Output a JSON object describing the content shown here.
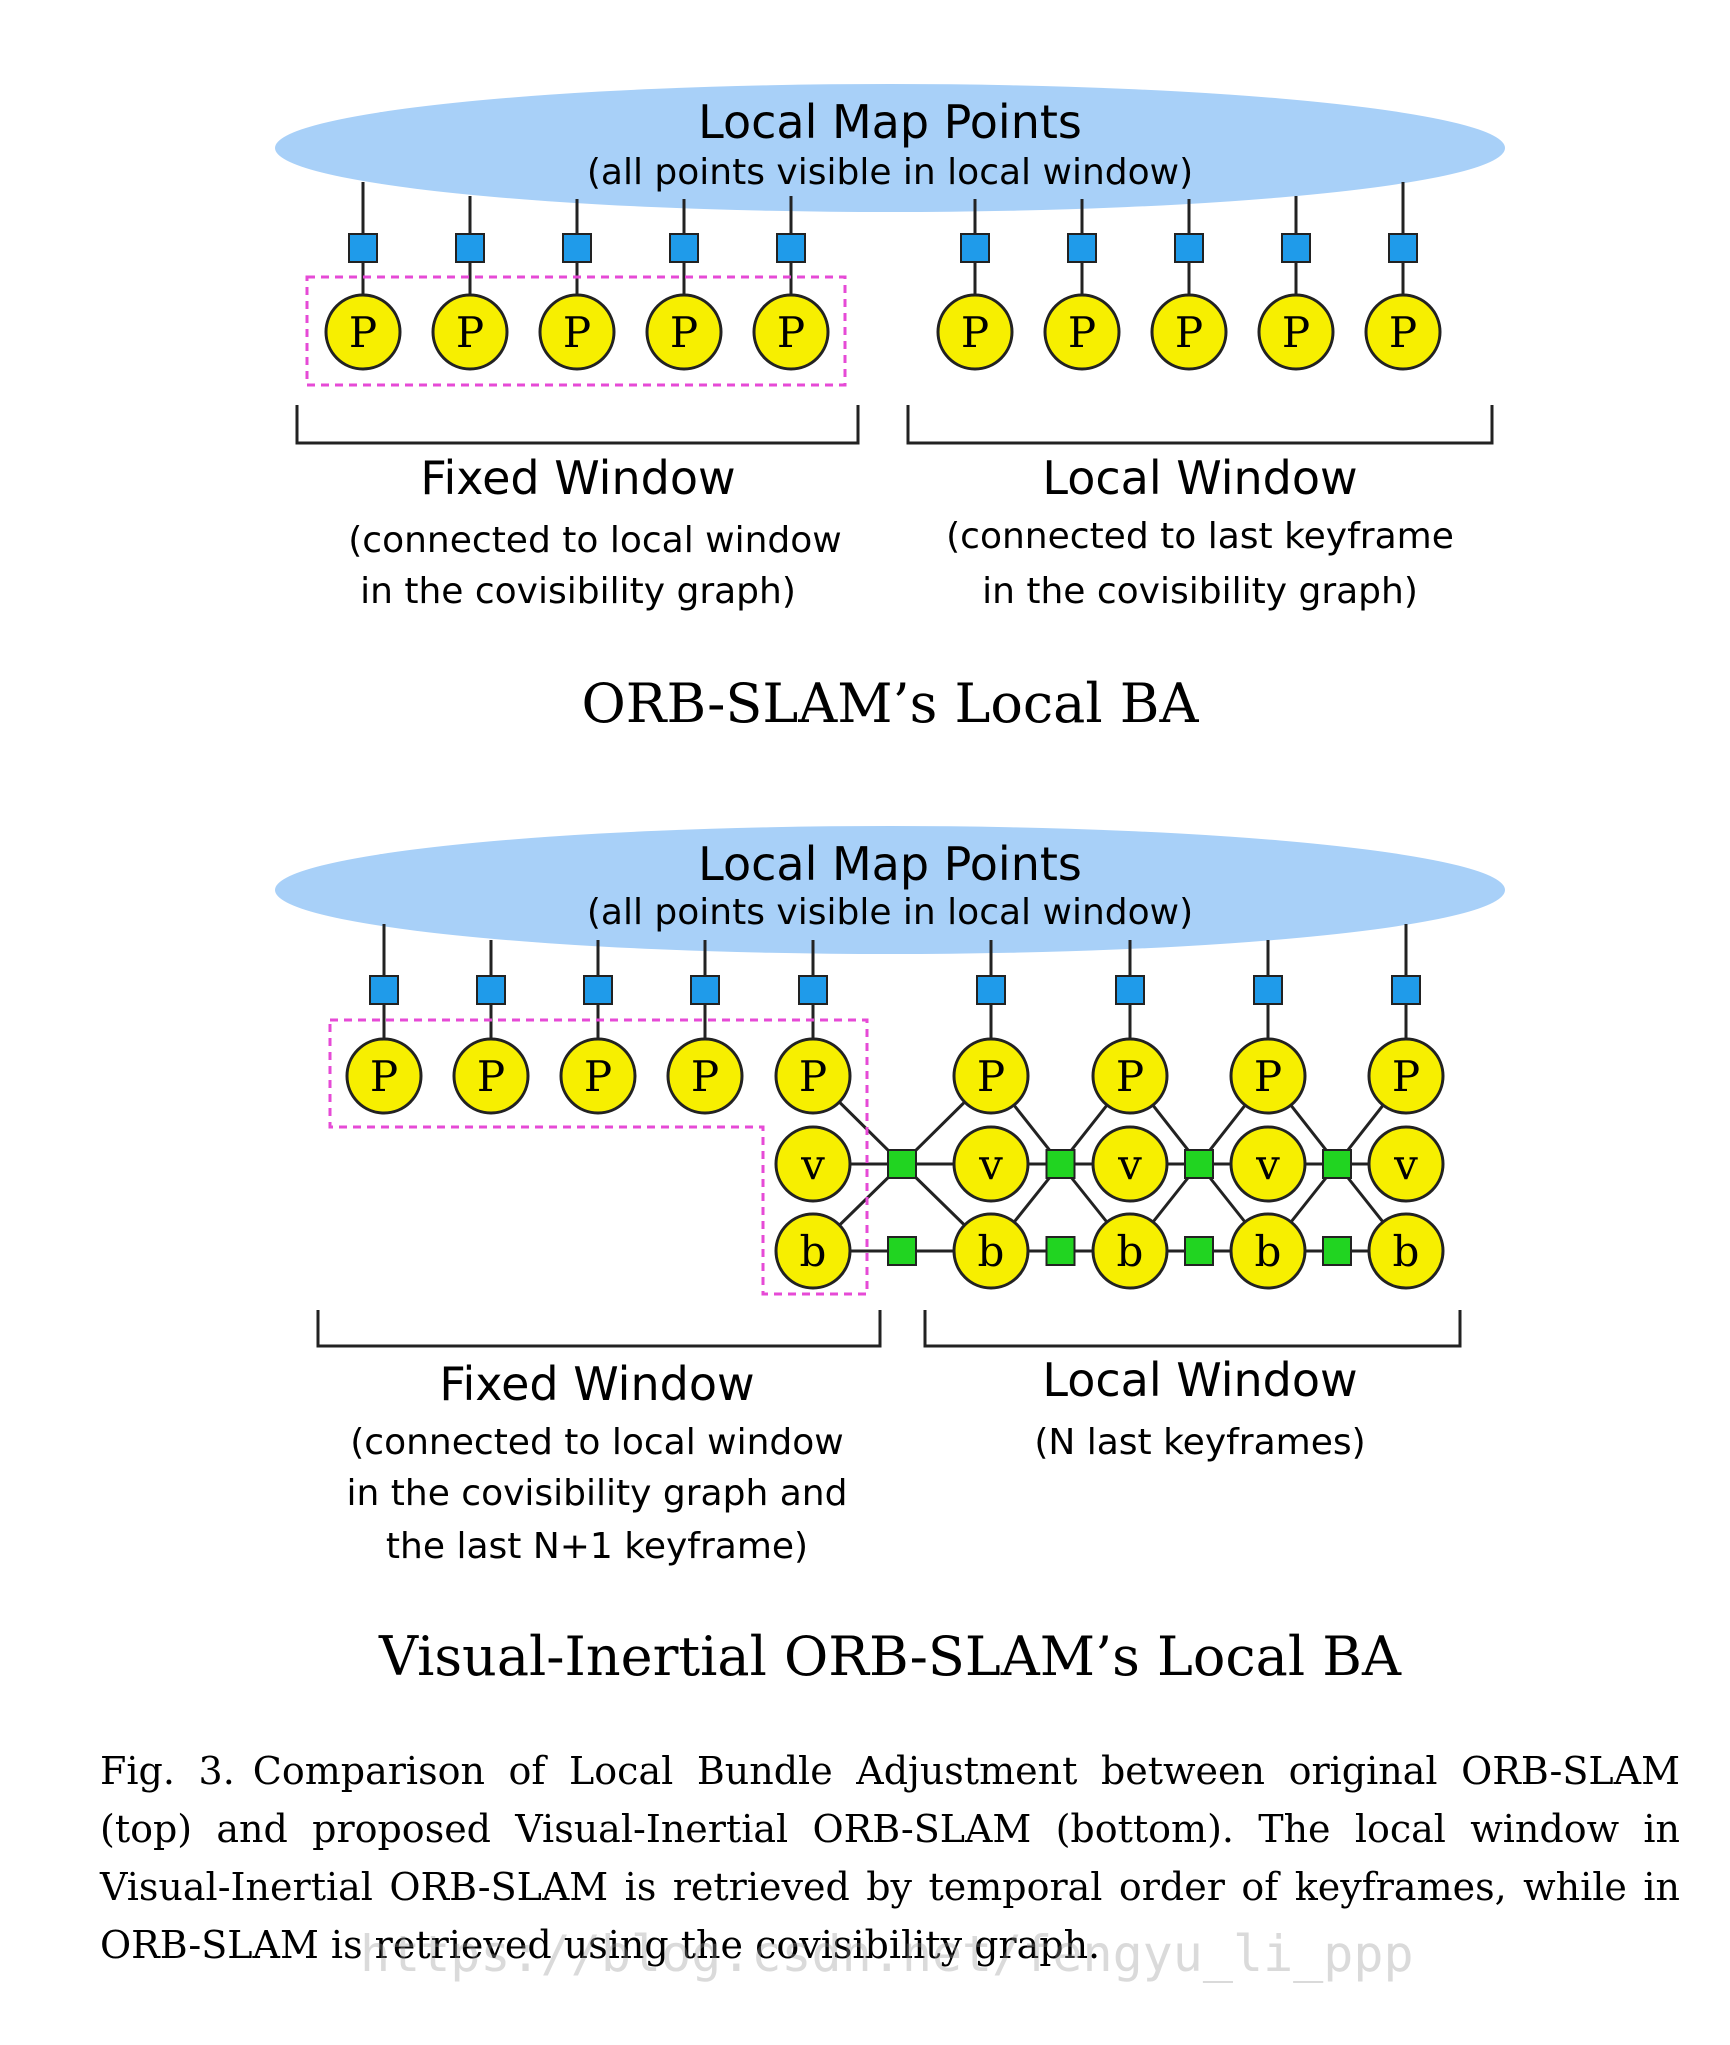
{
  "colors": {
    "ellipse": "#a8d0f8",
    "factor": "#1f9bea",
    "node": "#f7ef00",
    "edge_factor": "#21d421",
    "dash": "#e64ad6",
    "stroke": "#222222"
  },
  "top": {
    "ellipse_title": "Local Map Points",
    "ellipse_subtitle": "(all points visible in local window)",
    "fixed_title": "Fixed Window",
    "fixed_desc": [
      "(connected to local window",
      "in the covisibility graph)"
    ],
    "local_title": "Local Window",
    "local_desc": [
      "(connected to last keyframe",
      "in the covisibility graph)"
    ],
    "heading": "ORB-SLAM’s Local BA",
    "pose_label": "P",
    "fixed_count": 5,
    "local_count": 5
  },
  "bottom": {
    "ellipse_title": "Local Map Points",
    "ellipse_subtitle": "(all points visible in local window)",
    "fixed_title": "Fixed Window",
    "fixed_desc": [
      "(connected to local window",
      "in the covisibility graph and",
      "the last N+1 keyframe)"
    ],
    "local_title": "Local Window",
    "local_desc": [
      "(N last keyframes)"
    ],
    "heading": "Visual-Inertial ORB-SLAM’s Local BA",
    "pose_label": "P",
    "velocity_label": "v",
    "bias_label": "b",
    "fixed_count": 5,
    "local_count": 4
  },
  "caption": {
    "label": "Fig. 3.",
    "text": "Comparison of Local Bundle Adjustment between original ORB-SLAM (top) and proposed Visual-Inertial ORB-SLAM (bottom). The local window in Visual-Inertial ORB-SLAM is retrieved by temporal order of keyframes, while in ORB-SLAM is retrieved using the covisibility graph."
  },
  "watermark": "https://blog.csdn.net/fengyu_li_ppp"
}
